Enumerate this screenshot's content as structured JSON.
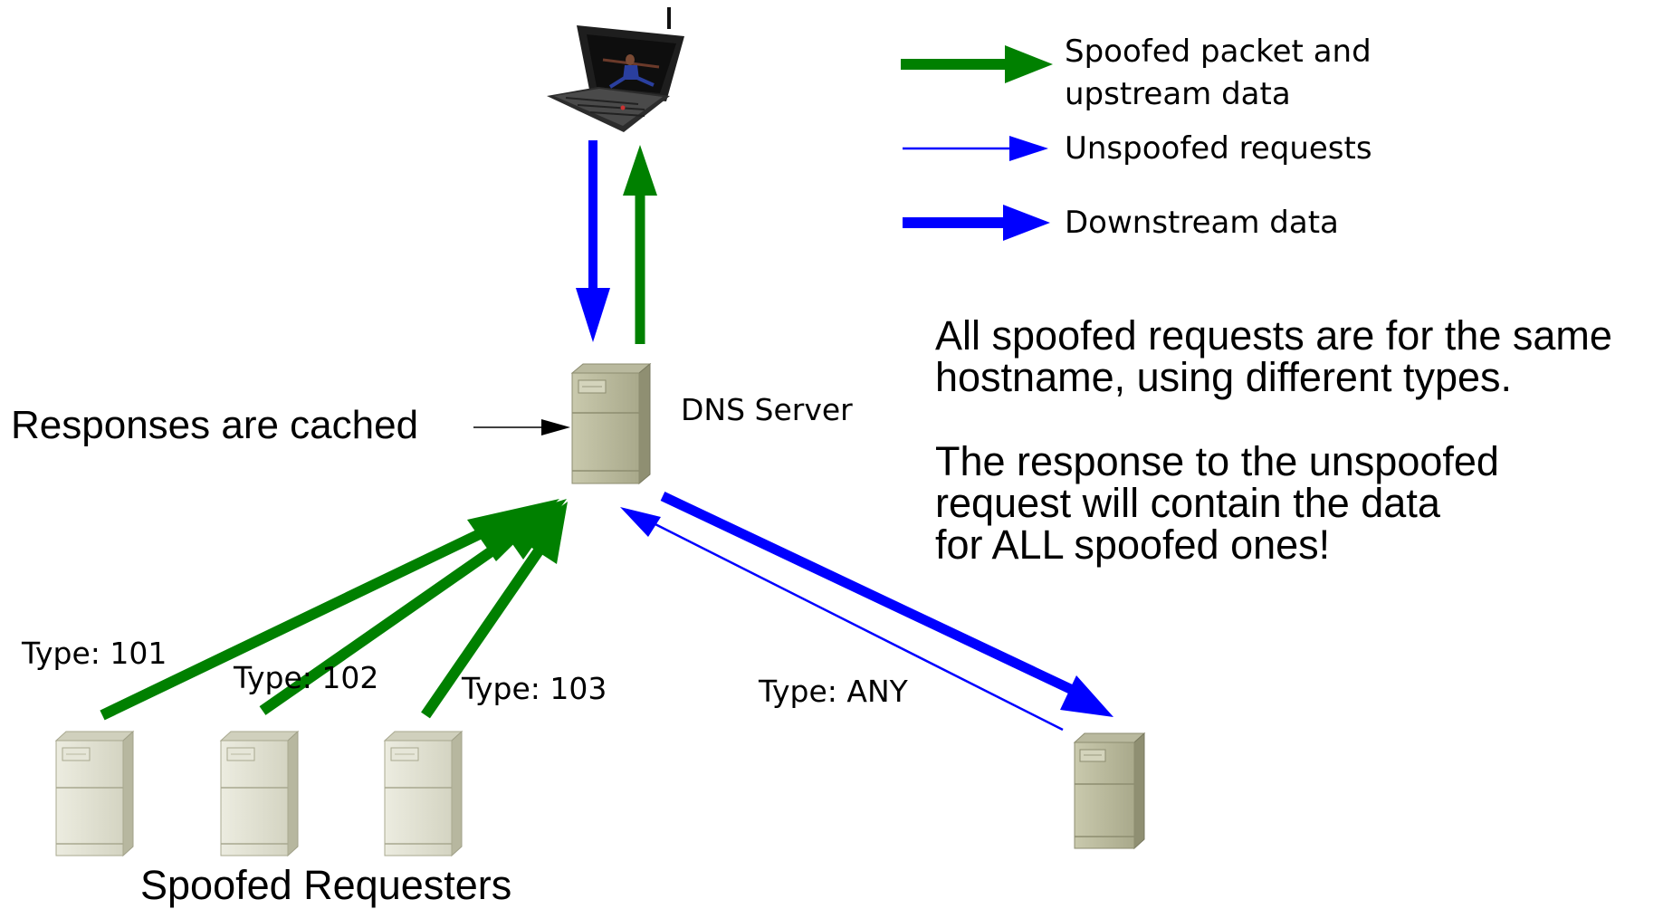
{
  "legend": {
    "spoofed_line1": "Spoofed packet and",
    "spoofed_line2": "upstream data",
    "unspoofed": "Unspoofed requests",
    "downstream": "Downstream data"
  },
  "colors": {
    "green": "#008000",
    "blue": "#0000ff",
    "server_light": "#dcdcc9",
    "server_dark": "#b9b99c"
  },
  "labels": {
    "dns_server": "DNS Server",
    "cached": "Responses are cached",
    "spoofed_requesters": "Spoofed Requesters",
    "type_101": "Type: 101",
    "type_102": "Type: 102",
    "type_103": "Type: 103",
    "type_any": "Type: ANY"
  },
  "notes": {
    "para1_line1": "All spoofed requests are for the same",
    "para1_line2": "hostname, using different types.",
    "para2_line1": "The response to the unspoofed",
    "para2_line2": "request will contain the data",
    "para2_line3": "for ALL spoofed ones!"
  }
}
